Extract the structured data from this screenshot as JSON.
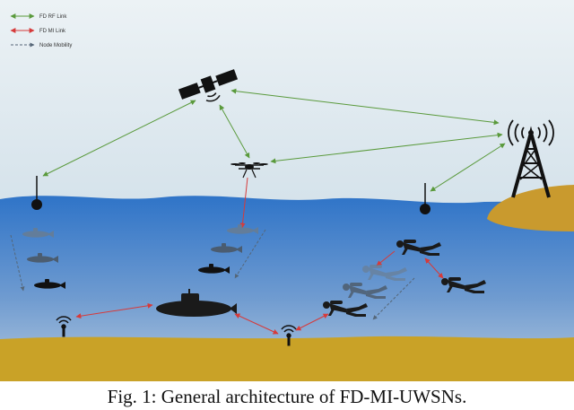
{
  "legend": {
    "rf_link": "FD RF Link",
    "mi_link": "FD MI Link",
    "mobility": "Node Mobility"
  },
  "caption": "Fig. 1: General architecture of FD-MI-UWSNs.",
  "colors": {
    "sky_top": "#e9eff3",
    "sky_bottom": "#c3d6e2",
    "water_top": "#2f74c8",
    "water_bottom": "#a8bfd9",
    "seabed": "#c9a227",
    "land": "#c99a2e",
    "rf_link": "#5a9a3c",
    "mi_link": "#d63a3a",
    "mobility": "#556677"
  },
  "icons": [
    "satellite-icon",
    "drone-icon",
    "cell-tower-icon",
    "buoy-icon",
    "submarine-icon",
    "auv-icon",
    "diver-icon",
    "seabed-antenna-icon"
  ]
}
